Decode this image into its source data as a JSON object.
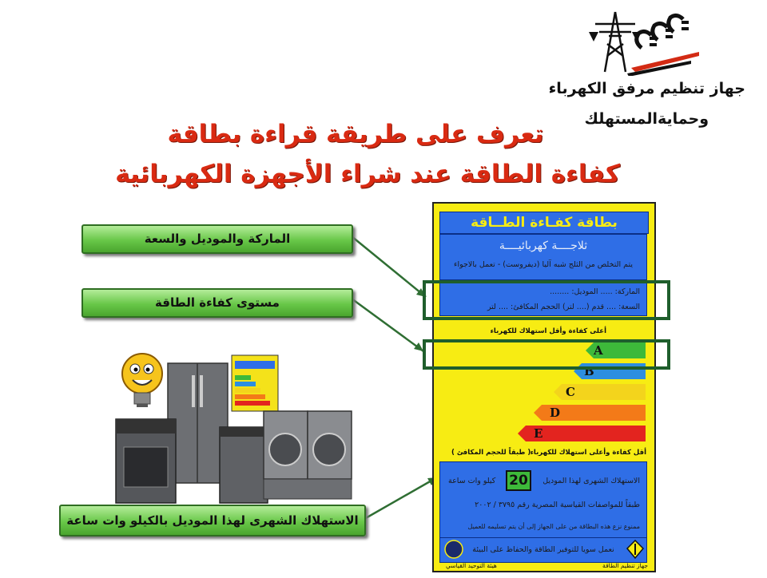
{
  "org": {
    "name_line1": "جهاز تنظيم مرفق الكهرباء",
    "name_line2": "وحمايةالمستهلك"
  },
  "headline": {
    "line1": "تعرف على طريقة قراءة بطاقة",
    "line2": "كفاءة الطاقة عند شراء الأجهزة الكهربائية"
  },
  "callouts": {
    "brand": "الماركة والموديل والسعة",
    "efficiency": "مستوى كفاءة الطاقة",
    "consumption": "الاستهلاك الشهرى لهذا الموديل بالكيلو وات ساعة"
  },
  "label": {
    "title": "بطاقة كفـاءة الطــاقة",
    "appliance": "ثلاجــــة كهربائيــــة",
    "defrost_note": "يتم التخلص من الثلج شبه آليا (ديفروست) - تعمل بالاجواء",
    "brand_row": "الماركة: ..... الموديل: ........",
    "capacity_row": "السعة: .... قدم (.... لتر) الحجم المكافئ: .... لتر",
    "top_caption": "أعلى كفاءة وأقل استهلاك للكهرباء",
    "bottom_caption": "أقل كفاءة وأعلى استهلاك للكهرباء",
    "equivalent_note": "( طبقاً للحجم المكافئ )",
    "consumption_text": "الاستهلاك الشهرى لهذا الموديل",
    "consumption_value": "20",
    "consumption_unit": "كيلو وات ساعة",
    "standard_text": "طبقاً للمواصفات القياسية المصرية رقم ٣٧٩٥ / ٢٠٠٢",
    "warning_text": "ممنوع نزع هذه البطاقة من على الجهاز إلى أن يتم تسليمه للعميل",
    "slogan": "نعمل سويا للتوفير الطاقة والحفاظ على البيئة",
    "footer_left": "هيئة التوحيد القياسي",
    "footer_right": "جهاز تنظيم الطاقة",
    "classes": [
      {
        "letter": "A",
        "color": "#3db93a"
      },
      {
        "letter": "B",
        "color": "#2d8ee0"
      },
      {
        "letter": "C",
        "color": "#f3d41c"
      },
      {
        "letter": "D",
        "color": "#f37a18"
      },
      {
        "letter": "E",
        "color": "#e3241f"
      }
    ]
  },
  "colors": {
    "headline": "#d92a12",
    "label_yellow": "#f7ec13",
    "label_blue": "#2f6ee6",
    "highlight_green": "#1f5e2c",
    "callout_green": "#68c748"
  }
}
